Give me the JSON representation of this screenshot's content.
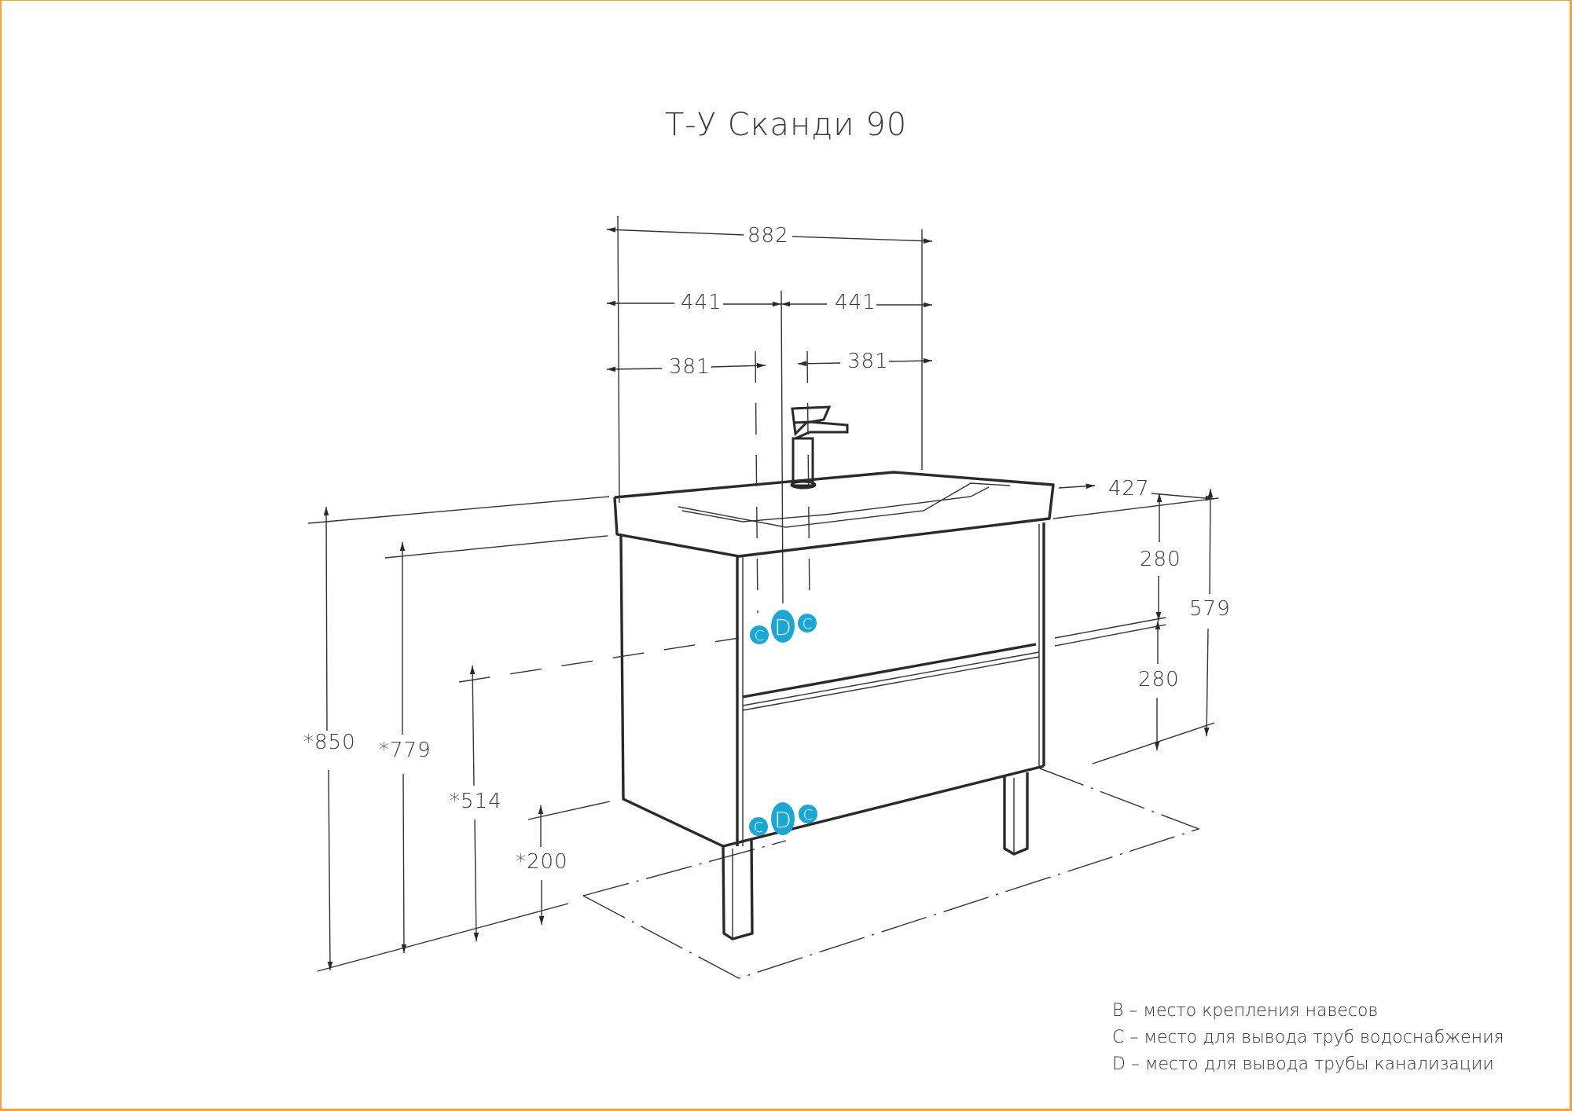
{
  "title": "Т-У Сканди 90",
  "colors": {
    "frame": "#f5a042",
    "marker": "#1aa7d6",
    "line": "#2a2a2a"
  },
  "dimensions": {
    "total_width": "882",
    "half_left": "441",
    "half_right": "441",
    "pipe_left": "381",
    "pipe_right": "381",
    "depth": "427",
    "upper_drawer": "280",
    "lower_drawer": "280",
    "cabinet_height": "579",
    "total_height": "*850",
    "cabinet_top_height": "*779",
    "pipe_height": "*514",
    "leg_height": "*200"
  },
  "markers": {
    "upper": {
      "left": "C",
      "center": "D",
      "right": "C"
    },
    "lower": {
      "left": "C",
      "center": "D",
      "right": "C"
    }
  },
  "legend": [
    {
      "key": "B",
      "text": "B – место крепления навесов"
    },
    {
      "key": "C",
      "text": "C – место для вывода труб водоснабжения"
    },
    {
      "key": "D",
      "text": "D – место для вывода трубы канализации"
    }
  ]
}
